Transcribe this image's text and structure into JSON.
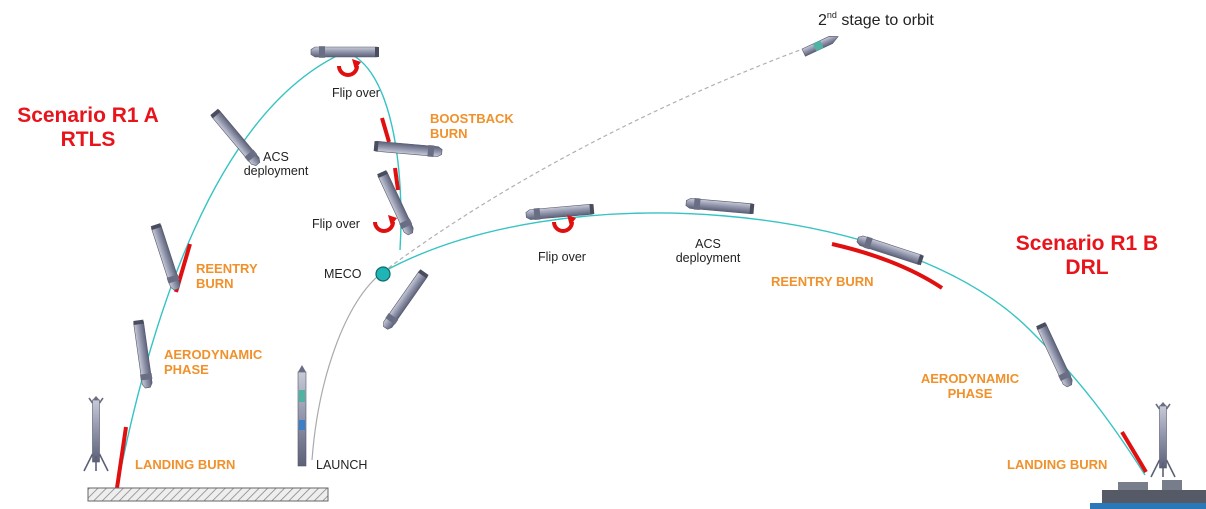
{
  "scenario_a": {
    "line1": "Scenario R1 A",
    "line2": "RTLS"
  },
  "scenario_b": {
    "line1": "Scenario R1 B",
    "line2": "DRL"
  },
  "stage2": {
    "ordinal": "2",
    "sup": "nd",
    "rest": " stage to orbit"
  },
  "labels": {
    "flip_over_top": "Flip over",
    "flip_over_mid": "Flip over",
    "flip_over_b": "Flip over",
    "acs_a": [
      "ACS",
      "deployment"
    ],
    "acs_b": [
      "ACS",
      "deployment"
    ],
    "boostback": [
      "BOOSTBACK",
      "BURN"
    ],
    "reentry_a": [
      "REENTRY",
      "BURN"
    ],
    "reentry_b": "REENTRY BURN",
    "aero_a": [
      "AERODYNAMIC",
      "PHASE"
    ],
    "aero_b": [
      "AERODYNAMIC",
      "PHASE"
    ],
    "landing_a": "LANDING BURN",
    "landing_b": "LANDING BURN",
    "meco": "MECO",
    "launch": "LAUNCH"
  },
  "colors": {
    "scenario": "#e8141b",
    "phase": "#f0912b",
    "trajectory": "#36c3c3",
    "burn": "#e01010",
    "ascent": "#aaaaaa",
    "meco_dot": "#1fb5b5",
    "rocket_body": "#8f93aa"
  },
  "icons": [
    "rocket-icon",
    "flip-arrow-icon",
    "meco-marker-icon",
    "landing-pad-icon",
    "drone-ship-icon"
  ]
}
